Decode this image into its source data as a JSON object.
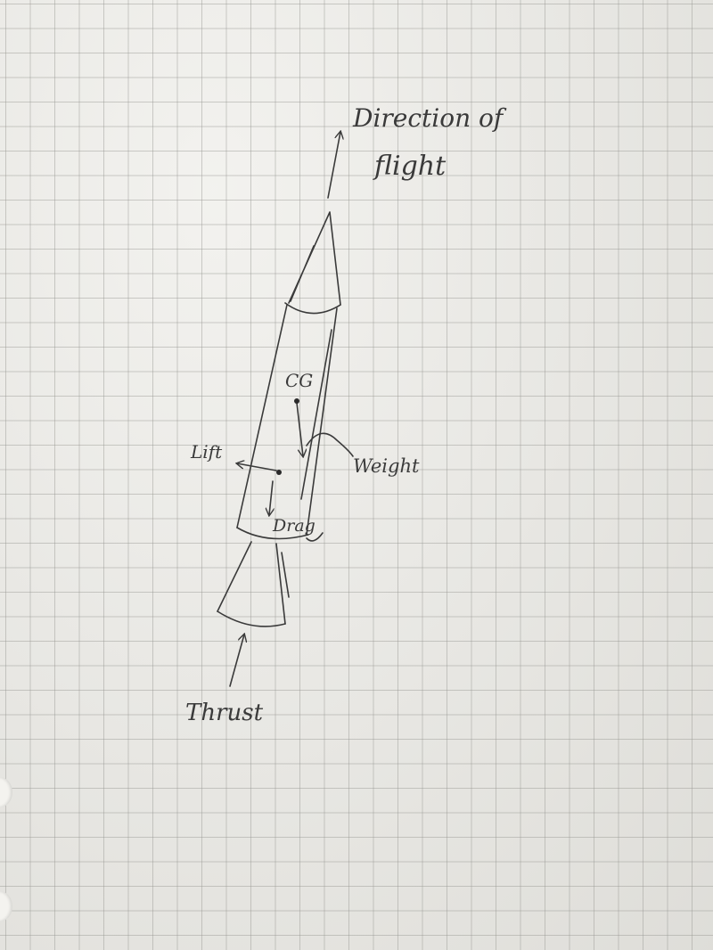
{
  "labels": {
    "direction_line1": "Direction of",
    "direction_line2": "flight",
    "cg": "CG",
    "weight": "Weight",
    "lift": "Lift",
    "drag": "Drag",
    "thrust": "Thrust"
  },
  "colors": {
    "paper": "#ecebe6",
    "grid": "#969691",
    "pencil": "#3a3a3a"
  }
}
